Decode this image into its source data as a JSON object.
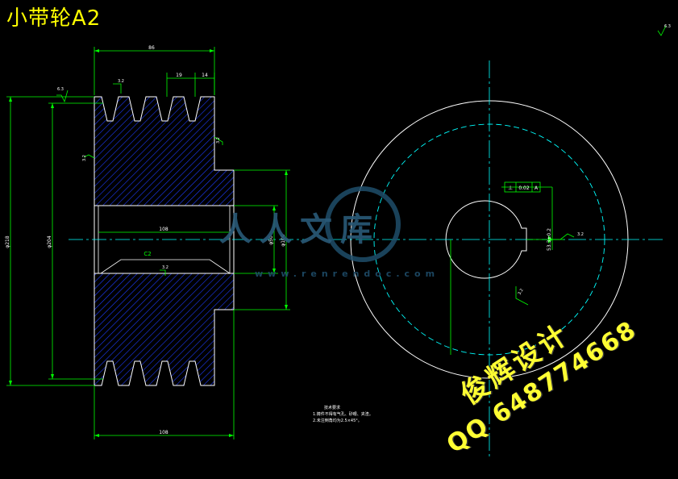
{
  "title": "小带轮A2",
  "watermark": {
    "site_name": "人人文库",
    "site_url": "www.renrendoc.com",
    "designer": "俊辉设计",
    "qq": "QQ 648774668"
  },
  "tech_notes": {
    "heading": "技术要求",
    "line1": "1.铸件不得有气孔、砂眼、夹渣。",
    "line2": "2.未注倒角均为2.5×45°。"
  },
  "dims": {
    "top_width": "86",
    "groove_pitch": "19",
    "groove_edge": "14",
    "dia_outer": "φ218",
    "dia_pitch": "φ204",
    "bore": "φ50",
    "hub": "φ100",
    "bore_len": "108",
    "bottom_width": "108",
    "chamfer": "C2",
    "rough_a": "6.3",
    "rough_b": "3.2",
    "rough_c": "3.2",
    "rough_d": "3.2",
    "rough_e": "3.2",
    "keyway_depth": "53.3±0.2",
    "keyway_rough": "3.2",
    "tol_symbol": "⊥",
    "tol_value": "0.02",
    "tol_datum": "A",
    "corner_rough": "6.3",
    "datum_mark": "A",
    "key_rough": "3.2"
  },
  "colors": {
    "outline": "#ffffff",
    "dimension": "#00ff00",
    "centerline": "#00ffff",
    "hatch": "#1e3cff",
    "annotation": "#ffff00"
  }
}
